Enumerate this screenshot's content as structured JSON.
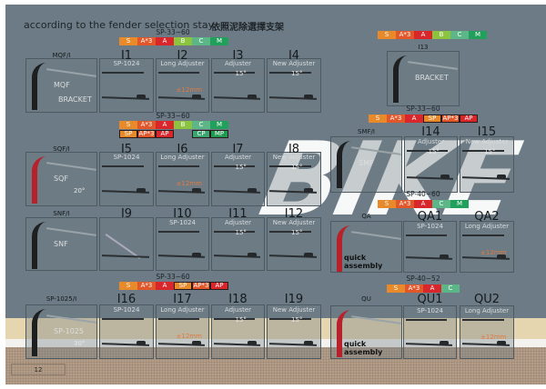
{
  "title": "according to the fender selection stay",
  "title_cn": "依照泥除選擇支架",
  "watermark": "BIKE",
  "page_number": "12",
  "badge_colors": {
    "S": "#e8892a",
    "A*3": "#e2572a",
    "A": "#d8262b",
    "B": "#8cc43f",
    "C": "#5db688",
    "M": "#20a05a",
    "SP": "#e8892a",
    "AP*3": "#e2572a",
    "AP": "#d8262b",
    "CP": "#3aa56e",
    "MP": "#1f9a50"
  },
  "groups": [
    {
      "range": "SP-33~60",
      "badges": [
        [
          "S",
          "A*3",
          "A",
          "B",
          "C",
          "M"
        ]
      ],
      "items": [
        {
          "code": "MQF/I",
          "labels": [
            "MQF",
            "BRACKET"
          ]
        },
        {
          "code": "I1",
          "desc": "SP-1024"
        },
        {
          "code": "I2",
          "desc": "Long Adjuster",
          "note": "±12mm"
        },
        {
          "code": "I3",
          "desc": "Adjuster",
          "note": "15°"
        },
        {
          "code": "I4",
          "desc": "New Adjuster",
          "note": "15°"
        }
      ]
    },
    {
      "range": null,
      "badges": [
        [
          "S",
          "A*3",
          "A",
          "B",
          "C",
          "M"
        ]
      ],
      "items": [
        {
          "code": "I13",
          "labels": [
            "BRACKET"
          ]
        }
      ]
    },
    {
      "range": "SP-33~60",
      "badges": [
        [
          "S",
          "A*3",
          "A",
          "SP",
          "AP*3",
          "AP"
        ]
      ],
      "items": [
        {
          "code": "SMF/I",
          "labels": [
            "SMF"
          ]
        },
        {
          "code": "I14",
          "desc": "Adjuster",
          "note": "15°"
        },
        {
          "code": "I15",
          "desc": "New Adjuster",
          "note": "15°"
        }
      ]
    },
    {
      "range": "SP-33~60",
      "badges": [
        [
          "S",
          "A*3",
          "A",
          "B",
          "C",
          "M"
        ],
        [
          "SP",
          "AP*3",
          "AP",
          "CP",
          "MP"
        ]
      ],
      "items": [
        {
          "code": "SQF/I",
          "labels": [
            "SQF"
          ],
          "note": "20°"
        },
        {
          "code": "I5",
          "desc": "SP-1024"
        },
        {
          "code": "I6",
          "desc": "Long Adjuster",
          "note": "±12mm"
        },
        {
          "code": "I7",
          "desc": "Adjuster",
          "note": "15°"
        },
        {
          "code": "I8",
          "desc": "New Adjuster",
          "note": "15°"
        }
      ]
    },
    {
      "range": null,
      "badges": [],
      "items": [
        {
          "code": "SNF/I",
          "labels": [
            "SNF"
          ]
        },
        {
          "code": "I9"
        },
        {
          "code": "I10",
          "desc": "SP-1024"
        },
        {
          "code": "I11",
          "desc": "Adjuster",
          "note": "15°"
        },
        {
          "code": "I12",
          "desc": "New Adjuster",
          "note": "15°"
        }
      ]
    },
    {
      "range": "SP-40~60",
      "badges": [
        [
          "S",
          "A*3",
          "A",
          "C",
          "M"
        ]
      ],
      "items": [
        {
          "code": "QA",
          "labels": [
            "quick assembly"
          ]
        },
        {
          "code": "QA1",
          "desc": "SP-1024"
        },
        {
          "code": "QA2",
          "desc": "Long Adjuster",
          "note": "±12mm"
        }
      ]
    },
    {
      "range": "SP-33~60",
      "badges": [
        [
          "S",
          "A*3",
          "A",
          "SP",
          "AP*3",
          "AP"
        ]
      ],
      "items": [
        {
          "code": "SP-1025/I",
          "labels": [
            "SP-1025"
          ],
          "note": "30°"
        },
        {
          "code": "I16",
          "desc": "SP-1024"
        },
        {
          "code": "I17",
          "desc": "Long Adjuster",
          "note": "±12mm"
        },
        {
          "code": "I18",
          "desc": "Adjuster",
          "note": "15°"
        },
        {
          "code": "I19",
          "desc": "New Adjuster",
          "note": "15°"
        }
      ]
    },
    {
      "range": "SP-40~52",
      "badges": [
        [
          "S",
          "A*3",
          "A",
          "C"
        ]
      ],
      "items": [
        {
          "code": "QU",
          "labels": [
            "quick assembly"
          ]
        },
        {
          "code": "QU1",
          "desc": "SP-1024"
        },
        {
          "code": "QU2",
          "desc": "Long Adjuster",
          "note": "±12mm"
        }
      ]
    }
  ]
}
